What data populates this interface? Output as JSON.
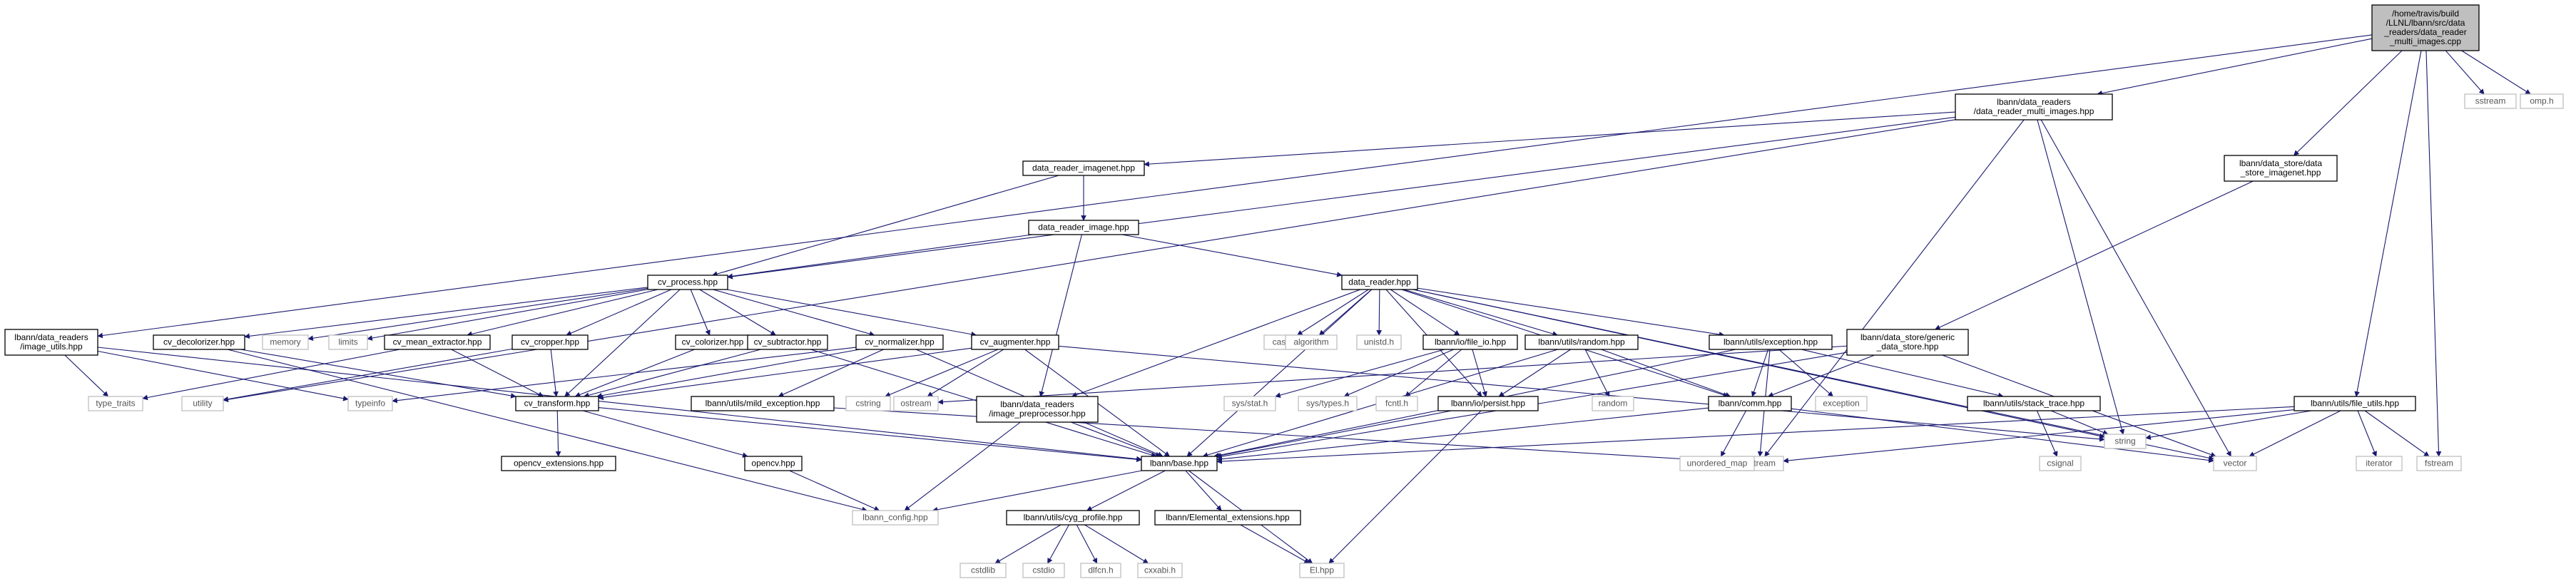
{
  "graph": {
    "nodes": [
      {
        "id": "root",
        "lines": [
          "/home/travis/build",
          "/LLNL/lbann/src/data",
          "_readers/data_reader",
          "_multi_images.cpp"
        ],
        "style": "src"
      },
      {
        "id": "drmi",
        "lines": [
          "lbann/data_readers",
          "/data_reader_multi_images.hpp"
        ],
        "style": "doc"
      },
      {
        "id": "sstream",
        "lines": [
          "sstream"
        ],
        "style": "ext"
      },
      {
        "id": "omp",
        "lines": [
          "omp.h"
        ],
        "style": "ext"
      },
      {
        "id": "dsimagenet",
        "lines": [
          "lbann/data_store/data",
          "_store_imagenet.hpp"
        ],
        "style": "doc"
      },
      {
        "id": "imgutils",
        "lines": [
          "lbann/data_readers",
          "/image_utils.hpp"
        ],
        "style": "doc"
      },
      {
        "id": "drimagenet",
        "lines": [
          "data_reader_imagenet.hpp"
        ],
        "style": "doc"
      },
      {
        "id": "drimage",
        "lines": [
          "data_reader_image.hpp"
        ],
        "style": "doc"
      },
      {
        "id": "cvprocess",
        "lines": [
          "cv_process.hpp"
        ],
        "style": "doc"
      },
      {
        "id": "datareader",
        "lines": [
          "data_reader.hpp"
        ],
        "style": "doc"
      },
      {
        "id": "cvdecolorizer",
        "lines": [
          "cv_decolorizer.hpp"
        ],
        "style": "doc"
      },
      {
        "id": "memory",
        "lines": [
          "memory"
        ],
        "style": "ext"
      },
      {
        "id": "limits",
        "lines": [
          "limits"
        ],
        "style": "ext"
      },
      {
        "id": "cvmean",
        "lines": [
          "cv_mean_extractor.hpp"
        ],
        "style": "doc"
      },
      {
        "id": "cvcropper",
        "lines": [
          "cv_cropper.hpp"
        ],
        "style": "doc"
      },
      {
        "id": "cvcolorizer",
        "lines": [
          "cv_colorizer.hpp"
        ],
        "style": "doc"
      },
      {
        "id": "cvsubtractor",
        "lines": [
          "cv_subtractor.hpp"
        ],
        "style": "doc"
      },
      {
        "id": "cvnormalizer",
        "lines": [
          "cv_normalizer.hpp"
        ],
        "style": "doc"
      },
      {
        "id": "cvaugmenter",
        "lines": [
          "cv_augmenter.hpp"
        ],
        "style": "doc"
      },
      {
        "id": "cassert",
        "lines": [
          "cassert"
        ],
        "style": "ext"
      },
      {
        "id": "algorithm",
        "lines": [
          "algorithm"
        ],
        "style": "ext"
      },
      {
        "id": "unistd",
        "lines": [
          "unistd.h"
        ],
        "style": "ext"
      },
      {
        "id": "fileio",
        "lines": [
          "lbann/io/file_io.hpp"
        ],
        "style": "doc"
      },
      {
        "id": "random",
        "lines": [
          "lbann/utils/random.hpp"
        ],
        "style": "doc"
      },
      {
        "id": "exception",
        "lines": [
          "lbann/utils/exception.hpp"
        ],
        "style": "doc"
      },
      {
        "id": "genericds",
        "lines": [
          "lbann/data_store/generic",
          "_data_store.hpp"
        ],
        "style": "doc"
      },
      {
        "id": "fileutils",
        "lines": [
          "lbann/utils/file_utils.hpp"
        ],
        "style": "doc"
      },
      {
        "id": "typetraits",
        "lines": [
          "type_traits"
        ],
        "style": "ext"
      },
      {
        "id": "utility",
        "lines": [
          "utility"
        ],
        "style": "ext"
      },
      {
        "id": "typeinfo",
        "lines": [
          "typeinfo"
        ],
        "style": "ext"
      },
      {
        "id": "cvtransform",
        "lines": [
          "cv_transform.hpp"
        ],
        "style": "doc"
      },
      {
        "id": "mildexc",
        "lines": [
          "lbann/utils/mild_exception.hpp"
        ],
        "style": "doc"
      },
      {
        "id": "cstring",
        "lines": [
          "cstring"
        ],
        "style": "ext"
      },
      {
        "id": "ostream",
        "lines": [
          "ostream"
        ],
        "style": "ext"
      },
      {
        "id": "imgpre",
        "lines": [
          "lbann/data_readers",
          "/image_preprocessor.hpp"
        ],
        "style": "doc"
      },
      {
        "id": "sysstat",
        "lines": [
          "sys/stat.h"
        ],
        "style": "ext"
      },
      {
        "id": "systypes",
        "lines": [
          "sys/types.h"
        ],
        "style": "ext"
      },
      {
        "id": "fcntl",
        "lines": [
          "fcntl.h"
        ],
        "style": "ext"
      },
      {
        "id": "persist",
        "lines": [
          "lbann/io/persist.hpp"
        ],
        "style": "doc"
      },
      {
        "id": "randomstd",
        "lines": [
          "random"
        ],
        "style": "ext"
      },
      {
        "id": "comm",
        "lines": [
          "lbann/comm.hpp"
        ],
        "style": "doc"
      },
      {
        "id": "exceptionstd",
        "lines": [
          "exception"
        ],
        "style": "ext"
      },
      {
        "id": "stacktrace",
        "lines": [
          "lbann/utils/stack_trace.hpp"
        ],
        "style": "doc"
      },
      {
        "id": "string",
        "lines": [
          "string"
        ],
        "style": "ext"
      },
      {
        "id": "vector",
        "lines": [
          "vector"
        ],
        "style": "ext"
      },
      {
        "id": "iterator",
        "lines": [
          "iterator"
        ],
        "style": "ext"
      },
      {
        "id": "fstream",
        "lines": [
          "fstream"
        ],
        "style": "ext"
      },
      {
        "id": "iostream",
        "lines": [
          "iostream"
        ],
        "style": "ext"
      },
      {
        "id": "csignal",
        "lines": [
          "csignal"
        ],
        "style": "ext"
      },
      {
        "id": "unorderedmap",
        "lines": [
          "unordered_map"
        ],
        "style": "ext"
      },
      {
        "id": "opencvext",
        "lines": [
          "opencv_extensions.hpp"
        ],
        "style": "doc"
      },
      {
        "id": "opencv",
        "lines": [
          "opencv.hpp"
        ],
        "style": "doc"
      },
      {
        "id": "base",
        "lines": [
          "lbann/base.hpp"
        ],
        "style": "doc"
      },
      {
        "id": "lbannconfig",
        "lines": [
          "lbann_config.hpp"
        ],
        "style": "ext"
      },
      {
        "id": "cygprofile",
        "lines": [
          "lbann/utils/cyg_profile.hpp"
        ],
        "style": "doc"
      },
      {
        "id": "elemext",
        "lines": [
          "lbann/Elemental_extensions.hpp"
        ],
        "style": "doc"
      },
      {
        "id": "elhpp",
        "lines": [
          "El.hpp"
        ],
        "style": "ext"
      },
      {
        "id": "cstdlib",
        "lines": [
          "cstdlib"
        ],
        "style": "ext"
      },
      {
        "id": "cstdio",
        "lines": [
          "cstdio"
        ],
        "style": "ext"
      },
      {
        "id": "dlfcn",
        "lines": [
          "dlfcn.h"
        ],
        "style": "ext"
      },
      {
        "id": "cxxabi",
        "lines": [
          "cxxabi.h"
        ],
        "style": "ext"
      }
    ],
    "edges": [
      [
        "root",
        "drmi"
      ],
      [
        "root",
        "sstream"
      ],
      [
        "root",
        "omp"
      ],
      [
        "root",
        "dsimagenet"
      ],
      [
        "root",
        "imgutils"
      ],
      [
        "root",
        "fileutils"
      ],
      [
        "root",
        "fstream"
      ],
      [
        "drmi",
        "drimagenet"
      ],
      [
        "drmi",
        "cvprocess"
      ],
      [
        "drmi",
        "utility"
      ],
      [
        "drmi",
        "iostream"
      ],
      [
        "drmi",
        "string"
      ],
      [
        "drmi",
        "vector"
      ],
      [
        "dsimagenet",
        "genericds"
      ],
      [
        "imgutils",
        "typetraits"
      ],
      [
        "imgutils",
        "typeinfo"
      ],
      [
        "imgutils",
        "base"
      ],
      [
        "drimagenet",
        "drimage"
      ],
      [
        "drimagenet",
        "cvprocess"
      ],
      [
        "drimage",
        "cvprocess"
      ],
      [
        "drimage",
        "datareader"
      ],
      [
        "drimage",
        "imgpre"
      ],
      [
        "cvprocess",
        "cvdecolorizer"
      ],
      [
        "cvprocess",
        "memory"
      ],
      [
        "cvprocess",
        "limits"
      ],
      [
        "cvprocess",
        "cvmean"
      ],
      [
        "cvprocess",
        "cvcropper"
      ],
      [
        "cvprocess",
        "cvcolorizer"
      ],
      [
        "cvprocess",
        "cvsubtractor"
      ],
      [
        "cvprocess",
        "cvnormalizer"
      ],
      [
        "cvprocess",
        "cvaugmenter"
      ],
      [
        "cvprocess",
        "cvtransform"
      ],
      [
        "datareader",
        "cassert"
      ],
      [
        "datareader",
        "algorithm"
      ],
      [
        "datareader",
        "unistd"
      ],
      [
        "datareader",
        "fileio"
      ],
      [
        "datareader",
        "random"
      ],
      [
        "datareader",
        "exception"
      ],
      [
        "datareader",
        "base"
      ],
      [
        "datareader",
        "imgpre"
      ],
      [
        "datareader",
        "comm"
      ],
      [
        "datareader",
        "string"
      ],
      [
        "datareader",
        "vector"
      ],
      [
        "datareader",
        "persist"
      ],
      [
        "cvdecolorizer",
        "cvtransform"
      ],
      [
        "cvdecolorizer",
        "lbannconfig"
      ],
      [
        "cvmean",
        "cvtransform"
      ],
      [
        "cvmean",
        "typetraits"
      ],
      [
        "cvcropper",
        "cvtransform"
      ],
      [
        "cvcropper",
        "utility"
      ],
      [
        "cvcolorizer",
        "cvtransform"
      ],
      [
        "cvsubtractor",
        "cvtransform"
      ],
      [
        "cvsubtractor",
        "base"
      ],
      [
        "cvnormalizer",
        "cvtransform"
      ],
      [
        "cvnormalizer",
        "mildexc"
      ],
      [
        "cvnormalizer",
        "typeinfo"
      ],
      [
        "cvnormalizer",
        "base"
      ],
      [
        "cvaugmenter",
        "cvtransform"
      ],
      [
        "cvaugmenter",
        "cstring"
      ],
      [
        "cvaugmenter",
        "ostream"
      ],
      [
        "cvaugmenter",
        "base"
      ],
      [
        "cvaugmenter",
        "string"
      ],
      [
        "fileio",
        "sysstat"
      ],
      [
        "fileio",
        "systypes"
      ],
      [
        "fileio",
        "fcntl"
      ],
      [
        "fileio",
        "persist"
      ],
      [
        "random",
        "comm"
      ],
      [
        "random",
        "randomstd"
      ],
      [
        "random",
        "base"
      ],
      [
        "random",
        "persist"
      ],
      [
        "exception",
        "comm"
      ],
      [
        "exception",
        "exceptionstd"
      ],
      [
        "exception",
        "iostream"
      ],
      [
        "exception",
        "stacktrace"
      ],
      [
        "exception",
        "base"
      ],
      [
        "genericds",
        "comm"
      ],
      [
        "genericds",
        "base"
      ],
      [
        "genericds",
        "vector"
      ],
      [
        "genericds",
        "ostream"
      ],
      [
        "fileutils",
        "string"
      ],
      [
        "fileutils",
        "vector"
      ],
      [
        "fileutils",
        "iterator"
      ],
      [
        "fileutils",
        "fstream"
      ],
      [
        "fileutils",
        "iostream"
      ],
      [
        "fileutils",
        "base"
      ],
      [
        "cvtransform",
        "opencvext"
      ],
      [
        "cvtransform",
        "opencv"
      ],
      [
        "cvtransform",
        "base"
      ],
      [
        "mildexc",
        "iostream"
      ],
      [
        "imgpre",
        "base"
      ],
      [
        "imgpre",
        "lbannconfig"
      ],
      [
        "persist",
        "base"
      ],
      [
        "persist",
        "elhpp"
      ],
      [
        "comm",
        "base"
      ],
      [
        "comm",
        "unorderedmap"
      ],
      [
        "comm",
        "vector"
      ],
      [
        "stacktrace",
        "csignal"
      ],
      [
        "stacktrace",
        "string"
      ],
      [
        "opencv",
        "lbannconfig"
      ],
      [
        "base",
        "lbannconfig"
      ],
      [
        "base",
        "cygprofile"
      ],
      [
        "base",
        "elemext"
      ],
      [
        "base",
        "elhpp"
      ],
      [
        "cygprofile",
        "cstdlib"
      ],
      [
        "cygprofile",
        "cstdio"
      ],
      [
        "cygprofile",
        "dlfcn"
      ],
      [
        "cygprofile",
        "cxxabi"
      ],
      [
        "elemext",
        "elhpp"
      ]
    ]
  }
}
